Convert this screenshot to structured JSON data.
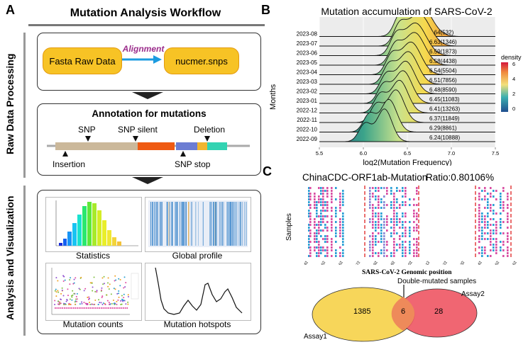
{
  "panelA": {
    "letter": "A",
    "title": "Mutation Analysis Workflow",
    "side_label_top": "Raw Data Processing",
    "side_label_bottom": "Analysis and Visualization",
    "step1": {
      "input": "Fasta Raw Data",
      "arrow_label": "Alignment",
      "output": "nucmer.snps"
    },
    "step2": {
      "title": "Annotation for mutations",
      "labels": {
        "snp": "SNP",
        "snp_silent": "SNP silent",
        "deletion": "Deletion",
        "insertion": "Insertion",
        "snp_stop": "SNP stop"
      }
    },
    "step3": {
      "captions": [
        "Statistics",
        "Global profile",
        "Mutation counts",
        "Mutation hotspots"
      ]
    }
  },
  "panelB": {
    "letter": "B",
    "title": "Mutation accumulation of SARS-CoV-2",
    "ylabel": "Months",
    "xlabel": "log2(Mutation Frequency)",
    "legend_title": "density",
    "legend_ticks": [
      "6",
      "4",
      "2",
      "0"
    ]
  },
  "panelC": {
    "letter": "C",
    "title": "ChinaCDC-ORF1ab-Mutation",
    "ratio": "Ratio:0.80106%",
    "ylabel": "Samples",
    "xlabel": "SARS-CoV-2 Genomic position",
    "x_ticks": [
      "13,342",
      "13,352",
      "13,362",
      "13,372",
      "13,382",
      "13,392",
      "13,402",
      "13,412",
      "13,422",
      "13,432",
      "13,442",
      "13,452",
      "13,462"
    ],
    "venn": {
      "annotation": "Double-mutated samples",
      "assay1_label": "Assay1",
      "assay2_label": "Assay2",
      "assay1_only": "1385",
      "overlap": "6",
      "assay2_only": "28",
      "colors": {
        "assay1": "#f7d65a",
        "assay2": "#ee5563"
      }
    }
  },
  "chart_data": {
    "type": "ridgeline",
    "title": "Mutation accumulation of SARS-CoV-2",
    "xlabel": "log2(Mutation Frequency)",
    "ylabel": "Months",
    "x_ticks": [
      "5.5",
      "6.0",
      "6.5",
      "7.0",
      "7.5"
    ],
    "xlim": [
      5.5,
      7.5
    ],
    "color_scale": {
      "name": "density",
      "range": [
        0,
        6
      ]
    },
    "series": [
      {
        "name": "2023-08",
        "label": "6.64(532)",
        "peak": 6.64
      },
      {
        "name": "2023-07",
        "label": "6.63(1346)",
        "peak": 6.63
      },
      {
        "name": "2023-06",
        "label": "6.59(1873)",
        "peak": 6.59
      },
      {
        "name": "2023-05",
        "label": "6.58(4438)",
        "peak": 6.58
      },
      {
        "name": "2023-04",
        "label": "6.54(5504)",
        "peak": 6.54
      },
      {
        "name": "2023-03",
        "label": "6.51(7856)",
        "peak": 6.51
      },
      {
        "name": "2023-02",
        "label": "6.48(8590)",
        "peak": 6.48
      },
      {
        "name": "2023-01",
        "label": "6.45(11083)",
        "peak": 6.45
      },
      {
        "name": "2022-12",
        "label": "6.41(13263)",
        "peak": 6.41
      },
      {
        "name": "2022-11",
        "label": "6.37(11849)",
        "peak": 6.37
      },
      {
        "name": "2022-10",
        "label": "6.29(8861)",
        "peak": 6.29
      },
      {
        "name": "2022-09",
        "label": "6.24(10888)",
        "peak": 6.24
      }
    ]
  }
}
